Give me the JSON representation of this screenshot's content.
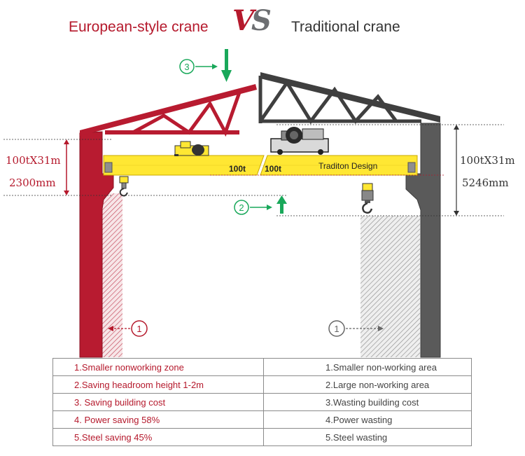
{
  "titles": {
    "left": "European-style crane",
    "vs_v": "V",
    "vs_s": "S",
    "right": "Traditional crane"
  },
  "colors": {
    "european": "#b5192c",
    "traditional": "#5a5a5a",
    "girder": "#ffe733",
    "arrow": "#19a85a"
  },
  "dimensions": {
    "left_spec": "100tX31m",
    "left_height": "2300mm",
    "right_spec": "100tX31m",
    "right_height": "5246mm"
  },
  "girder": {
    "left_load": "100t",
    "right_load": "100t",
    "right_design": "Traditon Design"
  },
  "markers": {
    "m1_left": "1",
    "m1_right": "1",
    "m2": "2",
    "m3": "3"
  },
  "icons": [
    "down-arrow-icon",
    "up-arrow-icon",
    "right-arrow-icon",
    "left-arrow-icon"
  ],
  "table": {
    "rows": [
      {
        "left": "1.Smaller nonworking zone",
        "right": "1.Smaller non-working area"
      },
      {
        "left": "2.Saving headroom height 1-2m",
        "right": "2.Large non-working area"
      },
      {
        "left": "3. Saving building cost",
        "right": "3.Wasting building cost"
      },
      {
        "left": "4. Power saving  58%",
        "right": "4.Power wasting"
      },
      {
        "left": "5.Steel saving 45%",
        "right": "5.Steel wasting"
      }
    ]
  }
}
